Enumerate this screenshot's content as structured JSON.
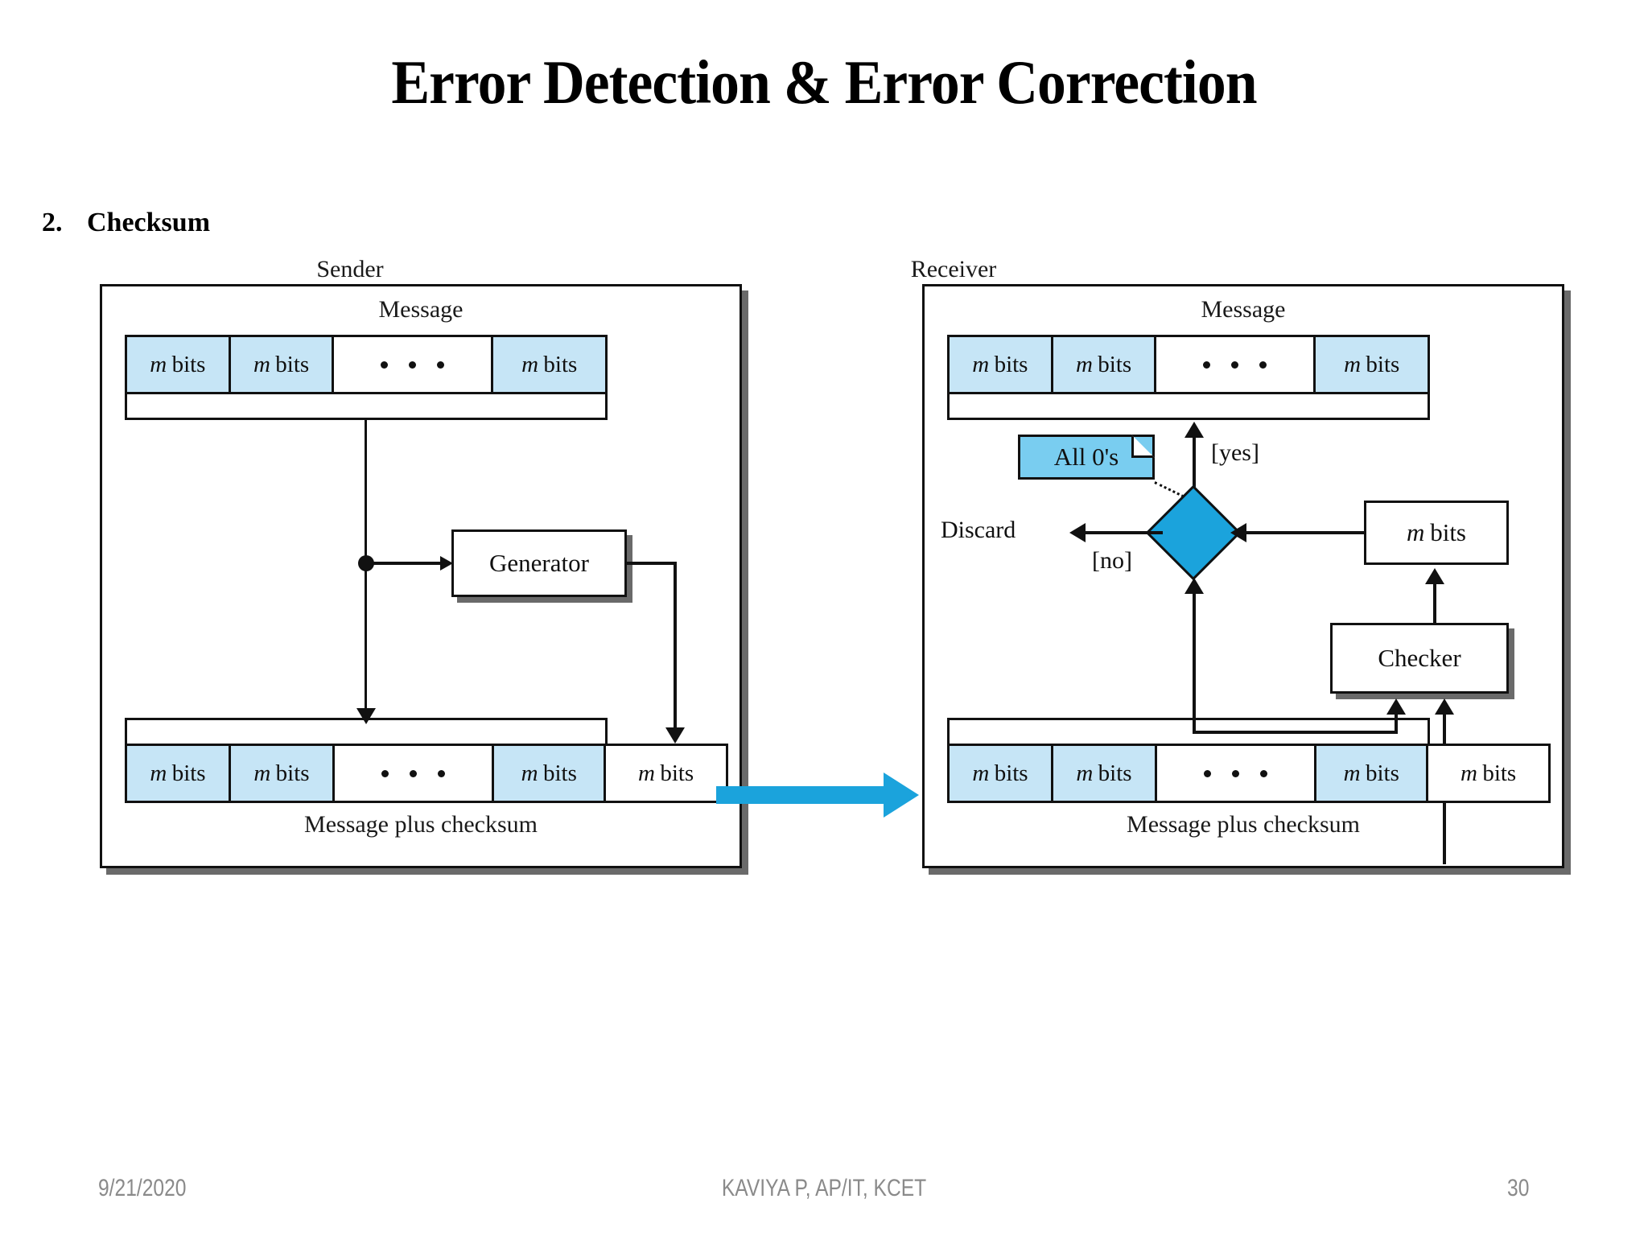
{
  "slide": {
    "title": "Error Detection & Error Correction",
    "bullet": {
      "number": "2.",
      "text": "Checksum"
    }
  },
  "figure": {
    "sender": {
      "caption": "Sender",
      "message_label": "Message",
      "bottom_label": "Message plus checksum",
      "generator_label": "Generator",
      "message_cells": [
        {
          "text": "m bits",
          "italic_prefix": "m",
          "rest": " bits",
          "fill": "blue"
        },
        {
          "text": "m bits",
          "italic_prefix": "m",
          "rest": " bits",
          "fill": "blue"
        },
        {
          "text": "dots",
          "italic_prefix": "",
          "rest": "",
          "fill": "white"
        },
        {
          "text": "m bits",
          "italic_prefix": "m",
          "rest": " bits",
          "fill": "blue"
        }
      ],
      "checksum_cells": [
        {
          "text": "m bits",
          "italic_prefix": "m",
          "rest": " bits",
          "fill": "blue"
        },
        {
          "text": "m bits",
          "italic_prefix": "m",
          "rest": " bits",
          "fill": "blue"
        },
        {
          "text": "dots",
          "italic_prefix": "",
          "rest": "",
          "fill": "white"
        },
        {
          "text": "m bits",
          "italic_prefix": "m",
          "rest": " bits",
          "fill": "blue"
        },
        {
          "text": "m bits",
          "italic_prefix": "m",
          "rest": " bits",
          "fill": "white"
        }
      ]
    },
    "receiver": {
      "caption": "Receiver",
      "message_label": "Message",
      "bottom_label": "Message plus checksum",
      "checker_label": "Checker",
      "mbits_box_label": "m bits",
      "note_label": "All 0's",
      "discard_label": "Discard",
      "yes_label": "[yes]",
      "no_label": "[no]",
      "message_cells": [
        {
          "text": "m bits",
          "italic_prefix": "m",
          "rest": " bits",
          "fill": "blue"
        },
        {
          "text": "m bits",
          "italic_prefix": "m",
          "rest": " bits",
          "fill": "blue"
        },
        {
          "text": "dots",
          "italic_prefix": "",
          "rest": "",
          "fill": "white"
        },
        {
          "text": "m bits",
          "italic_prefix": "m",
          "rest": " bits",
          "fill": "blue"
        }
      ],
      "checksum_cells": [
        {
          "text": "m bits",
          "italic_prefix": "m",
          "rest": " bits",
          "fill": "blue"
        },
        {
          "text": "m bits",
          "italic_prefix": "m",
          "rest": " bits",
          "fill": "blue"
        },
        {
          "text": "dots",
          "italic_prefix": "",
          "rest": "",
          "fill": "white"
        },
        {
          "text": "m bits",
          "italic_prefix": "m",
          "rest": " bits",
          "fill": "blue"
        },
        {
          "text": "m bits",
          "italic_prefix": "m",
          "rest": " bits",
          "fill": "white"
        }
      ]
    }
  },
  "footer": {
    "date": "9/21/2020",
    "center": "KAVIYA P, AP/IT, KCET",
    "page": "30"
  },
  "colors": {
    "cell_blue": "#c6e5f6",
    "diamond_blue": "#1ba3dc",
    "note_blue": "#79cdf0",
    "transmit_arrow_blue": "#1ba3dc",
    "footer_gray": "#8a8a8a",
    "line_black": "#111111"
  }
}
